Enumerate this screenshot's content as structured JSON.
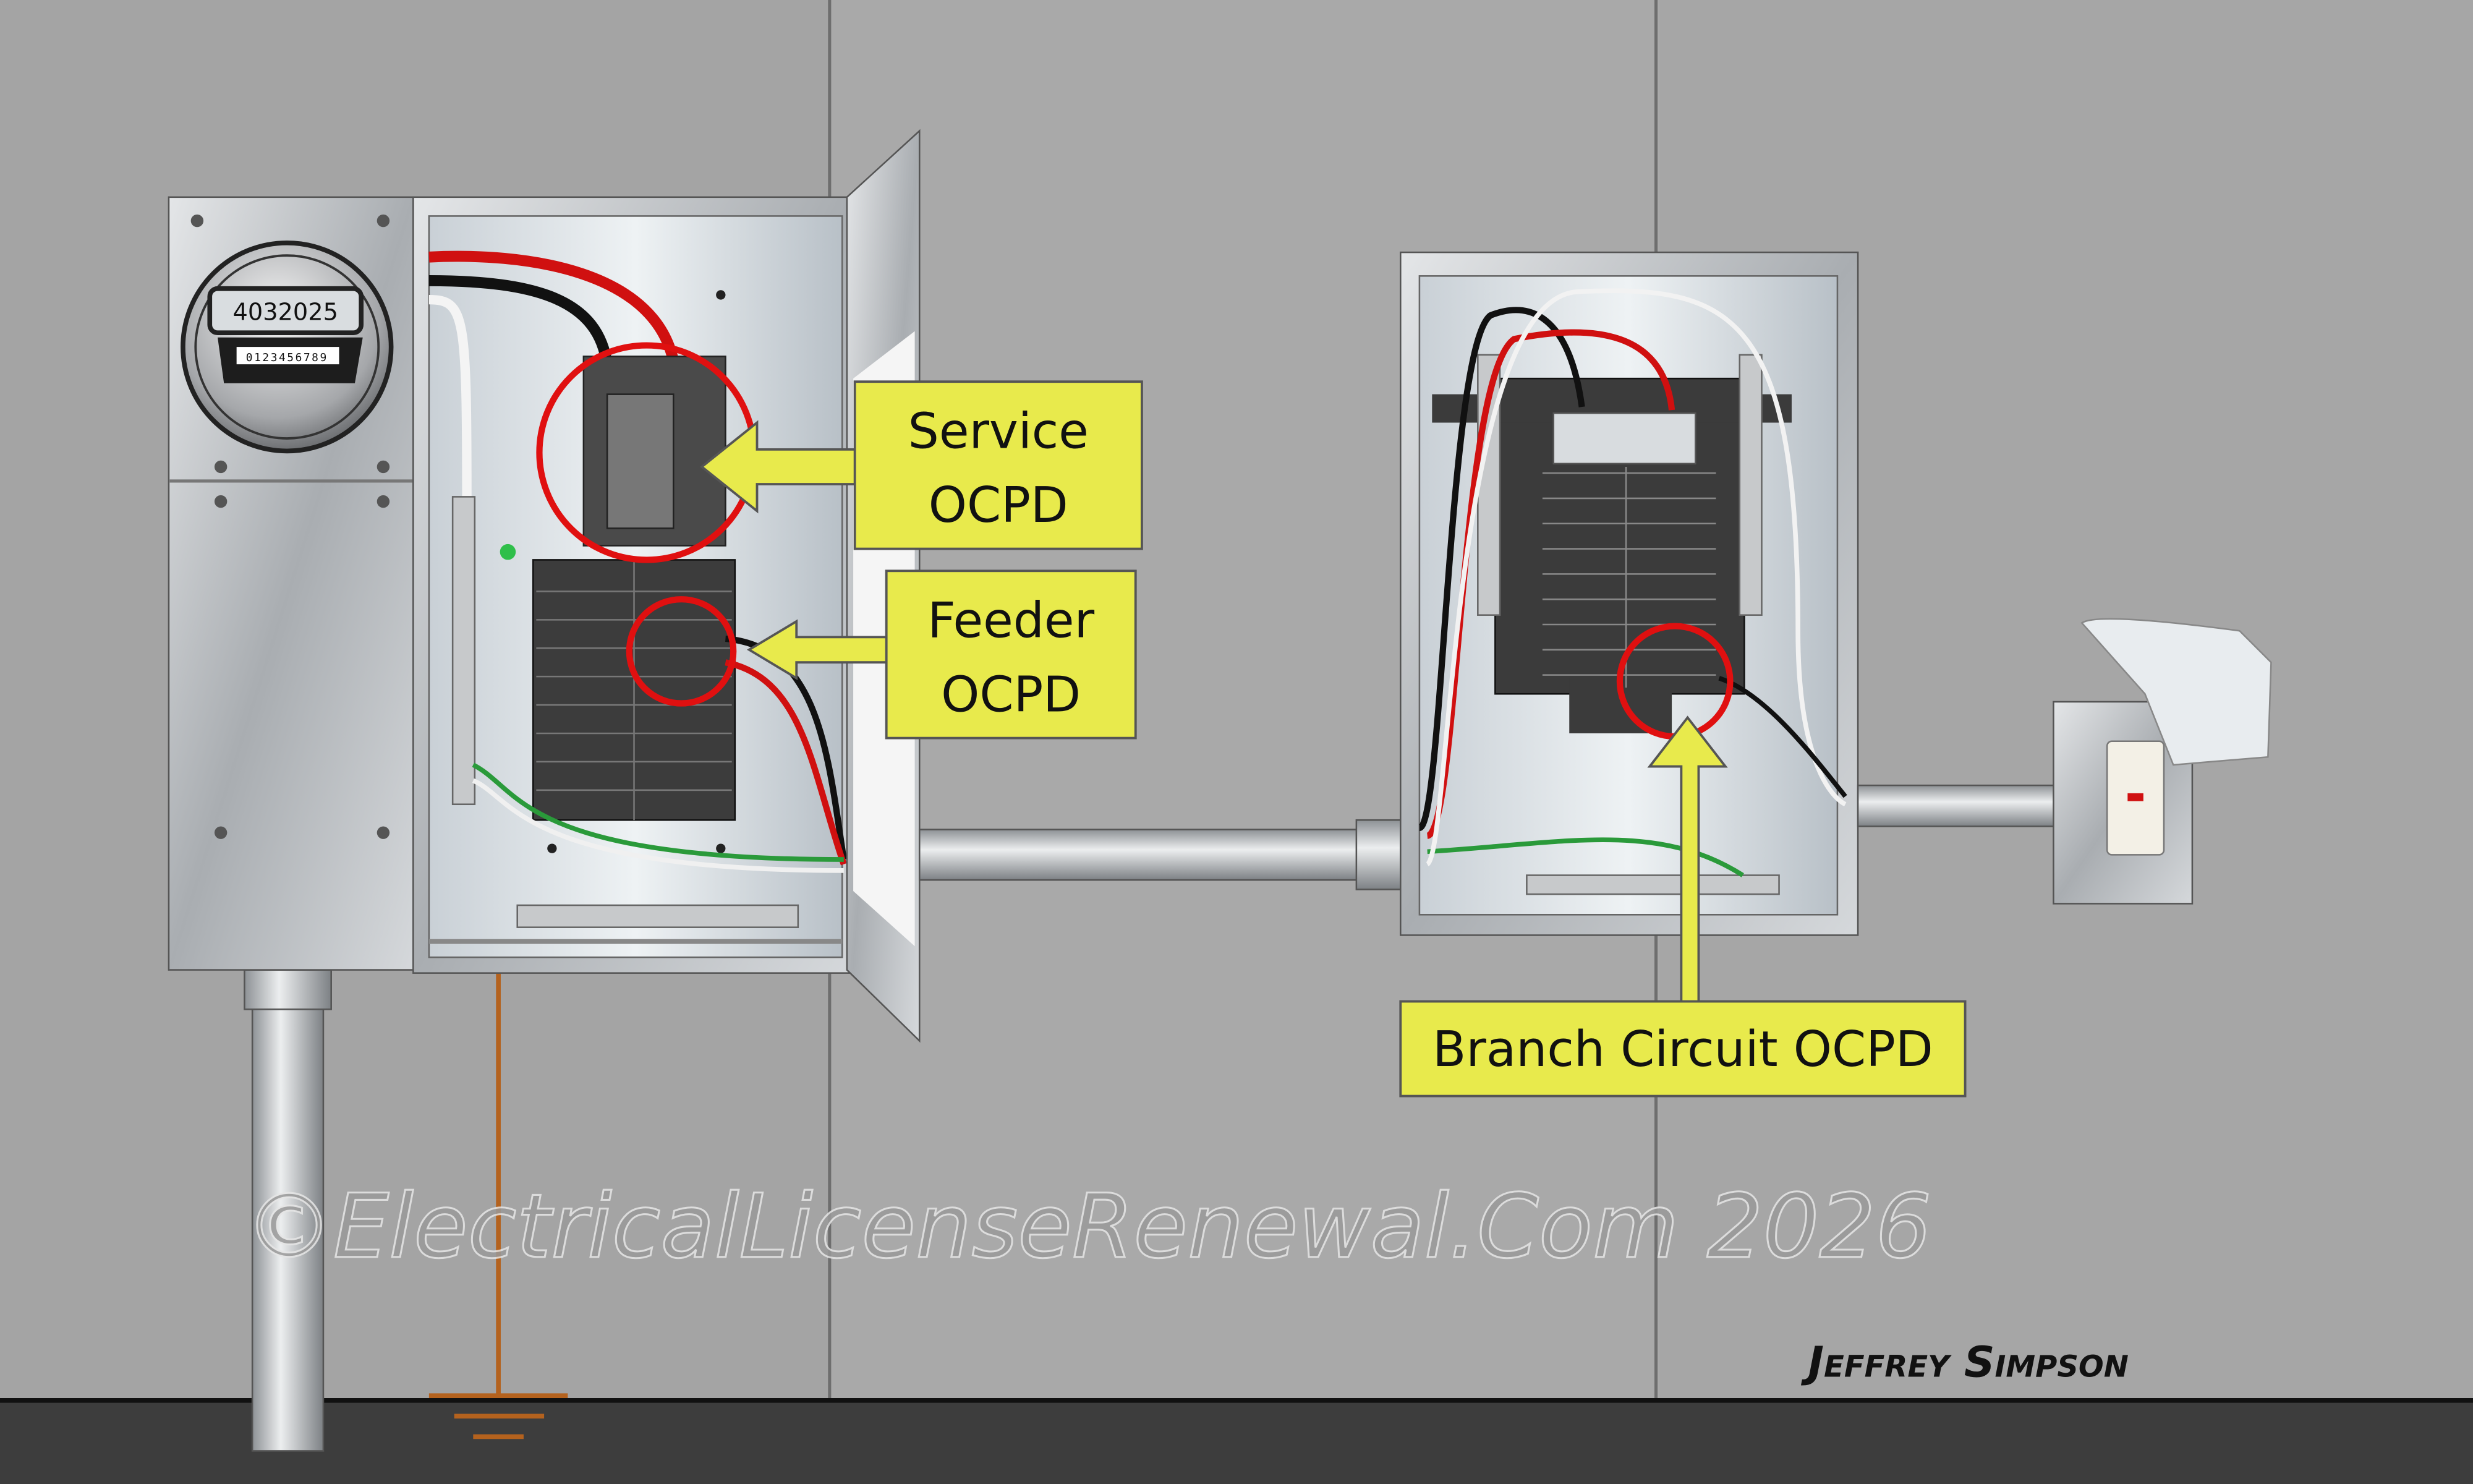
{
  "diagram": {
    "meter": {
      "reading": "4032025",
      "barcode": "0123456789"
    },
    "labels": {
      "service": [
        "Service",
        "OCPD"
      ],
      "feeder": [
        "Feeder",
        "OCPD"
      ],
      "branch": "Branch Circuit OCPD"
    },
    "watermark": "©ElectricalLicenseRenewal.Com 2026",
    "signature": "Jeffrey Simpson",
    "colors": {
      "label_fill": "#e8ea4c",
      "circle": "#e01010",
      "hot_wire": "#d01010",
      "ground_wire": "#2a9a3a",
      "concrete": "#a9a9a9",
      "floor": "#3d3d3d"
    }
  }
}
